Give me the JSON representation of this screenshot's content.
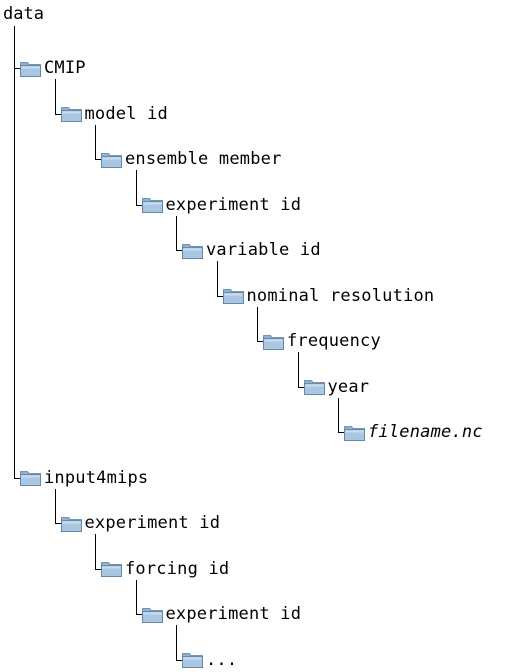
{
  "root": "data",
  "nodes": [
    {
      "label": "CMIP",
      "level": 0
    },
    {
      "label": "model id",
      "level": 1
    },
    {
      "label": "ensemble member",
      "level": 2
    },
    {
      "label": "experiment id",
      "level": 3
    },
    {
      "label": "variable id",
      "level": 4
    },
    {
      "label": "nominal resolution",
      "level": 5
    },
    {
      "label": "frequency",
      "level": 6
    },
    {
      "label": "year",
      "level": 7
    },
    {
      "label": "filename.nc",
      "level": 8,
      "italic": true
    },
    {
      "label": "input4mips",
      "level": 0
    },
    {
      "label": "experiment id",
      "level": 1
    },
    {
      "label": "forcing id",
      "level": 2
    },
    {
      "label": "experiment id",
      "level": 3
    },
    {
      "label": "...",
      "level": 4
    }
  ],
  "colors": {
    "folder_body": "#a9c7e2",
    "folder_tab": "#8fb2d3",
    "folder_edge": "#5b7f9e"
  }
}
